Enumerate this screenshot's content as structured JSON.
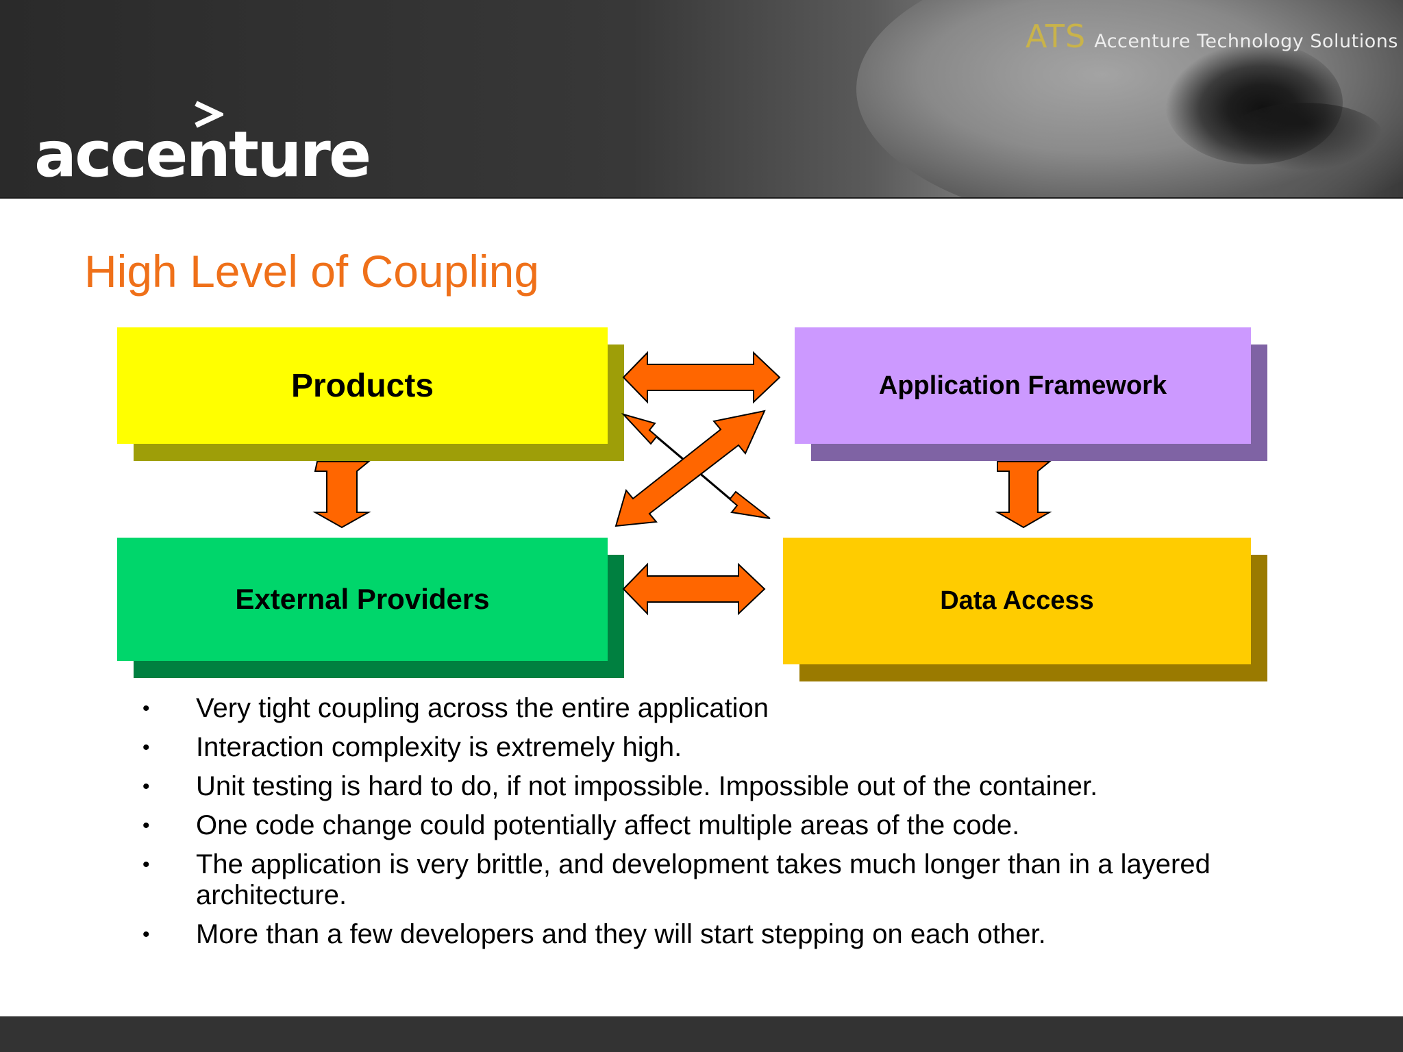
{
  "header": {
    "ats_mark": "ATS",
    "ats_text": "Accenture Technology Solutions",
    "logo_text": "accenture"
  },
  "title": "High Level of Coupling",
  "diagram": {
    "boxes": {
      "products": "Products",
      "application_framework": "Application Framework",
      "external_providers": "External Providers",
      "data_access": "Data Access"
    },
    "colors": {
      "arrow": "#ff6600",
      "products": "#ffff00",
      "application_framework": "#cc99ff",
      "external_providers": "#00d66b",
      "data_access": "#ffcc00"
    }
  },
  "bullets": [
    "Very tight coupling across the entire application",
    "Interaction complexity is extremely high.",
    "Unit testing is hard to do, if not impossible. Impossible out of the container.",
    "One code change could potentially affect multiple areas of the code.",
    "The application is very brittle, and development takes much longer than in a layered architecture.",
    "More than a few developers and they will start stepping on each other."
  ],
  "bullet_glyph": "•"
}
